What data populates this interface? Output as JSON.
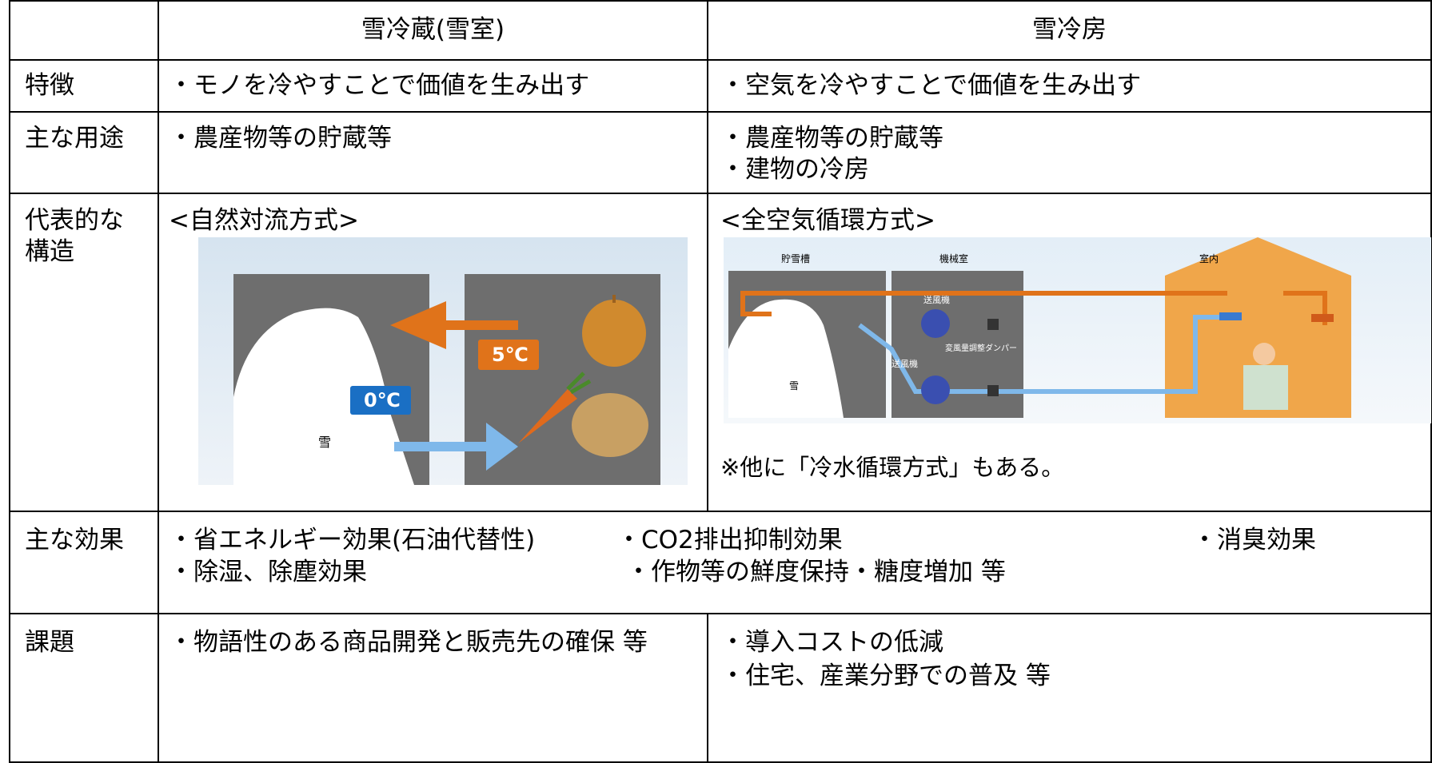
{
  "headers": {
    "col1": "",
    "col2": "雪冷蔵(雪室)",
    "col3": "雪冷房"
  },
  "rows": {
    "features": {
      "label": "特徴",
      "col2": "・モノを冷やすことで価値を生み出す",
      "col3": "・空気を冷やすことで価値を生み出す"
    },
    "uses": {
      "label": "主な用途",
      "col2": "・農産物等の貯蔵等",
      "col3_line1": "・農産物等の貯蔵等",
      "col3_line2": "・建物の冷房"
    },
    "structure": {
      "label_line1": "代表的な",
      "label_line2": "構造",
      "col2_heading": "<自然対流方式>",
      "col3_heading": "<全空気循環方式>",
      "col3_note": "※他に「冷水循環方式」もある。",
      "fig_left": {
        "snow_label": "雪",
        "cold_temp": "0℃",
        "warm_temp": "5℃"
      },
      "fig_right": {
        "zone1": "貯雪槽",
        "zone2": "機械室",
        "zone3": "室内",
        "fan1": "送風機",
        "fan2": "送風機",
        "damper": "変風量調整ダンパー",
        "snow_label": "雪"
      }
    },
    "effects": {
      "label": "主な効果",
      "item1": "・省エネルギー効果(石油代替性)",
      "item2": "・CO2排出抑制効果",
      "item3": "・消臭効果",
      "item4": "・除湿、除塵効果",
      "item5": "・作物等の鮮度保持・糖度増加 等"
    },
    "issues": {
      "label": "課題",
      "col2": "・物語性のある商品開発と販売先の確保 等",
      "col3_line1": "・導入コストの低減",
      "col3_line2": "・住宅、産業分野での普及 等"
    }
  },
  "colors": {
    "border": "#000000",
    "arrow_warm": "#e0731a",
    "arrow_cool": "#7fb8ea",
    "temp_box_cold": "#1a6fc4",
    "temp_box_warm": "#e0731a",
    "room_wall": "#f0a64a",
    "storage_gray": "#6e6e6e"
  }
}
